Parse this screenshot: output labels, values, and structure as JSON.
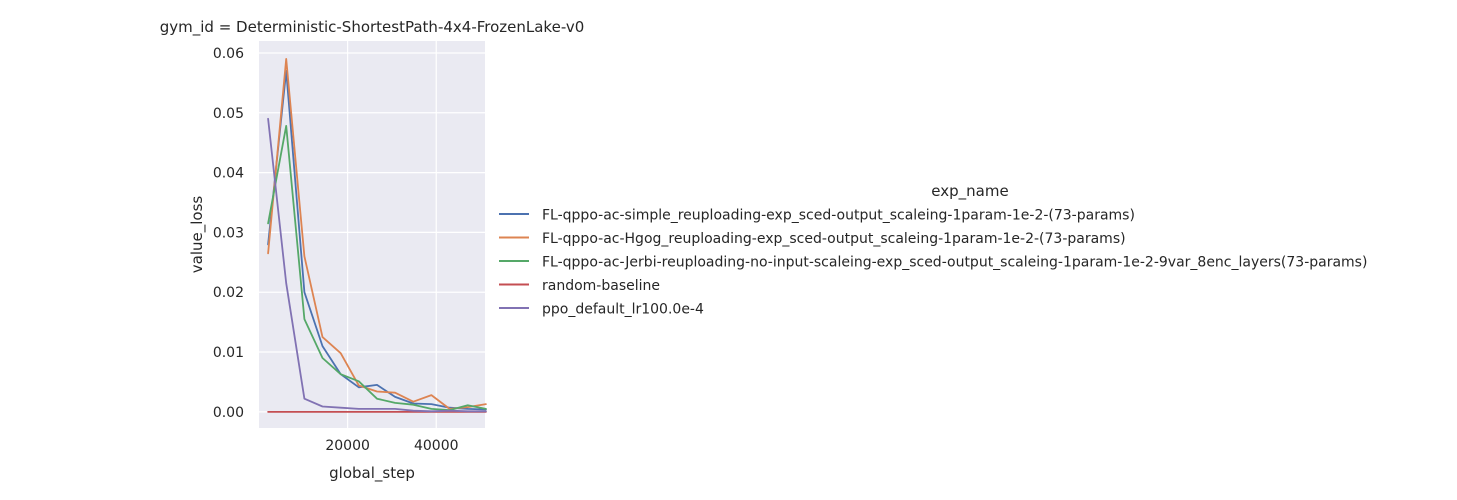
{
  "chart_data": {
    "type": "line",
    "title": "gym_id = Deterministic-ShortestPath-4x4-FrozenLake-v0",
    "xlabel": "global_step",
    "ylabel": "value_loss",
    "xlim": [
      0,
      51000
    ],
    "ylim": [
      -0.0027,
      0.062
    ],
    "xticks": [
      20000,
      40000
    ],
    "xtick_labels": [
      "20000",
      "40000"
    ],
    "yticks": [
      0.0,
      0.01,
      0.02,
      0.03,
      0.04,
      0.05,
      0.06
    ],
    "ytick_labels": [
      "0.00",
      "0.01",
      "0.02",
      "0.03",
      "0.04",
      "0.05",
      "0.06"
    ],
    "grid": true,
    "legend": {
      "title": "exp_name",
      "placement": "right"
    },
    "x": [
      2048,
      6144,
      10240,
      14336,
      18432,
      22528,
      26624,
      30720,
      34816,
      38912,
      43008,
      47104,
      51200
    ],
    "series": [
      {
        "name": "FL-qppo-ac-simple_reuploading-exp_sced-output_scaleing-1param-1e-2-(73-params)",
        "color": "#4c72b0",
        "values": [
          0.028,
          0.057,
          0.02,
          0.011,
          0.0063,
          0.0041,
          0.0045,
          0.0025,
          0.0014,
          0.0013,
          0.0007,
          0.0005,
          0.0004
        ]
      },
      {
        "name": "FL-qppo-ac-Hgog_reuploading-exp_sced-output_scaleing-1param-1e-2-(73-params)",
        "color": "#dd8452",
        "values": [
          0.0265,
          0.059,
          0.026,
          0.0125,
          0.0098,
          0.0044,
          0.0034,
          0.0032,
          0.0017,
          0.0028,
          0.0005,
          0.0008,
          0.0013
        ]
      },
      {
        "name": "FL-qppo-ac-Jerbi-reuploading-no-input-scaleing-exp_sced-output_scaleing-1param-1e-2-9var_8enc_layers(73-params)",
        "color": "#55a868",
        "values": [
          0.0315,
          0.0478,
          0.0155,
          0.009,
          0.0063,
          0.0051,
          0.0022,
          0.0015,
          0.0012,
          0.0005,
          0.0003,
          0.0011,
          0.0005
        ]
      },
      {
        "name": "random-baseline",
        "color": "#c44e52",
        "values": [
          0.0,
          0.0,
          0.0,
          0.0,
          0.0,
          0.0,
          0.0,
          0.0,
          0.0,
          0.0,
          0.0,
          0.0,
          0.0
        ]
      },
      {
        "name": "ppo_default_lr100.0e-4",
        "color": "#8172b3",
        "values": [
          0.049,
          0.0215,
          0.0022,
          0.0009,
          0.0007,
          0.0005,
          0.0005,
          0.0005,
          0.0002,
          0.0001,
          0.0002,
          0.0001,
          0.0001
        ]
      }
    ]
  }
}
